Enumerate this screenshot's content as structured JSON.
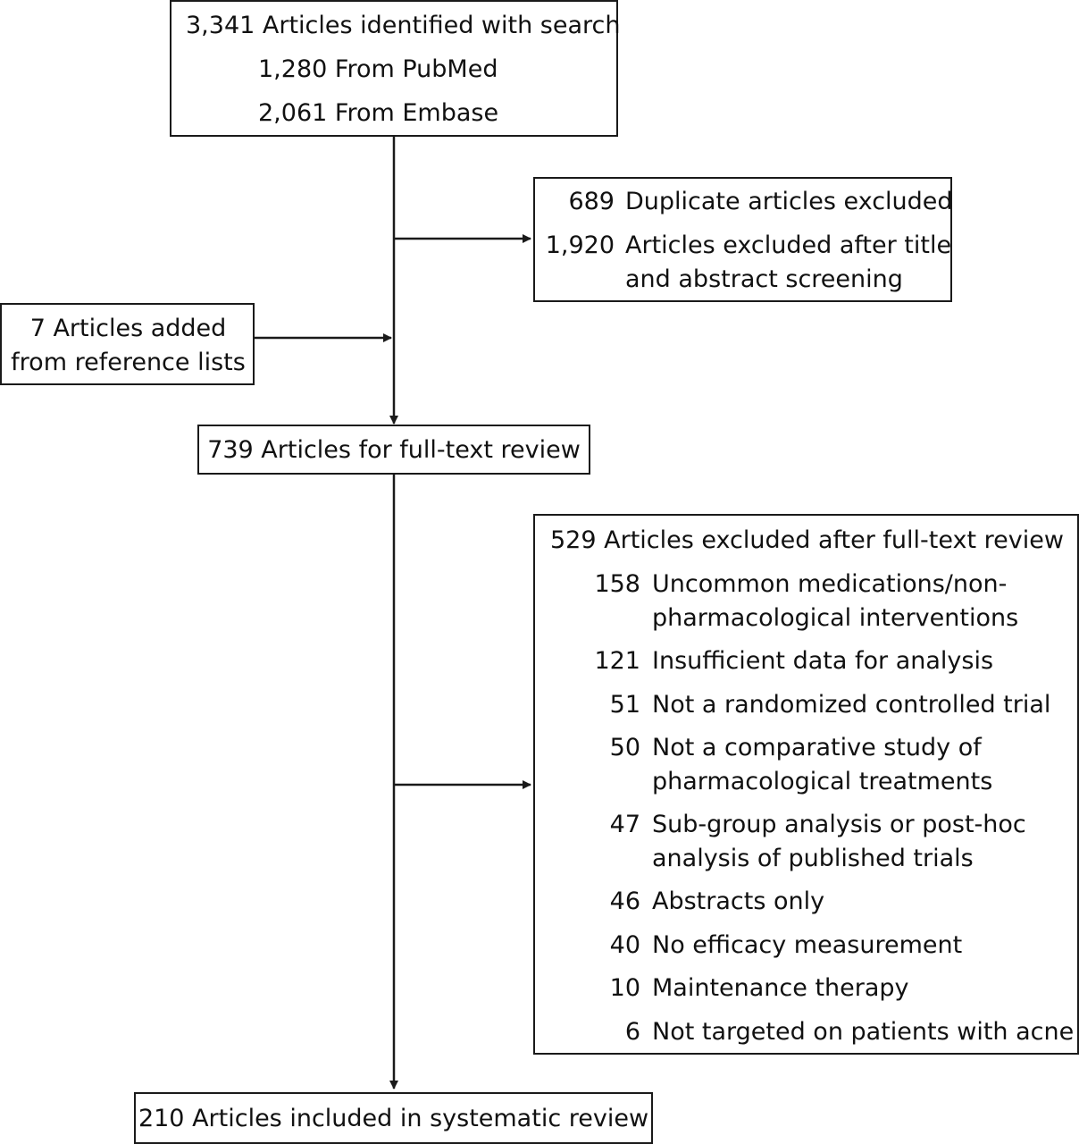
{
  "search": {
    "total": "3,341 Articles identified with search",
    "pubmed": "1,280 From PubMed",
    "embase": "2,061 From Embase"
  },
  "excluded_screening": {
    "duplicates_num": "689",
    "duplicates_text": "Duplicate articles excluded",
    "title_num": "1,920",
    "title_text_1": "Articles excluded after title",
    "title_text_2": "and abstract screening"
  },
  "added": {
    "line1": "7 Articles added",
    "line2": "from reference lists"
  },
  "fulltext": {
    "label": "739 Articles for full-text review"
  },
  "excluded_fulltext": {
    "header": "529 Articles excluded after full-text review",
    "reasons": [
      {
        "num": "158",
        "line1": "Uncommon medications/non-",
        "line2": "pharmacological interventions"
      },
      {
        "num": "121",
        "line1": "Insufficient data for analysis",
        "line2": ""
      },
      {
        "num": "51",
        "line1": "Not a randomized controlled trial",
        "line2": ""
      },
      {
        "num": "50",
        "line1": "Not a comparative study of",
        "line2": "pharmacological treatments"
      },
      {
        "num": "47",
        "line1": "Sub-group analysis or post-hoc",
        "line2": "analysis of published trials"
      },
      {
        "num": "46",
        "line1": "Abstracts only",
        "line2": ""
      },
      {
        "num": "40",
        "line1": "No efficacy measurement",
        "line2": ""
      },
      {
        "num": "10",
        "line1": "Maintenance therapy",
        "line2": ""
      },
      {
        "num": "6",
        "line1": "Not targeted on patients with acne",
        "line2": ""
      }
    ]
  },
  "included": {
    "label": "210 Articles included in systematic review"
  },
  "colors": {
    "line": "#1a1a1a",
    "text": "#111111",
    "background": "#ffffff"
  }
}
